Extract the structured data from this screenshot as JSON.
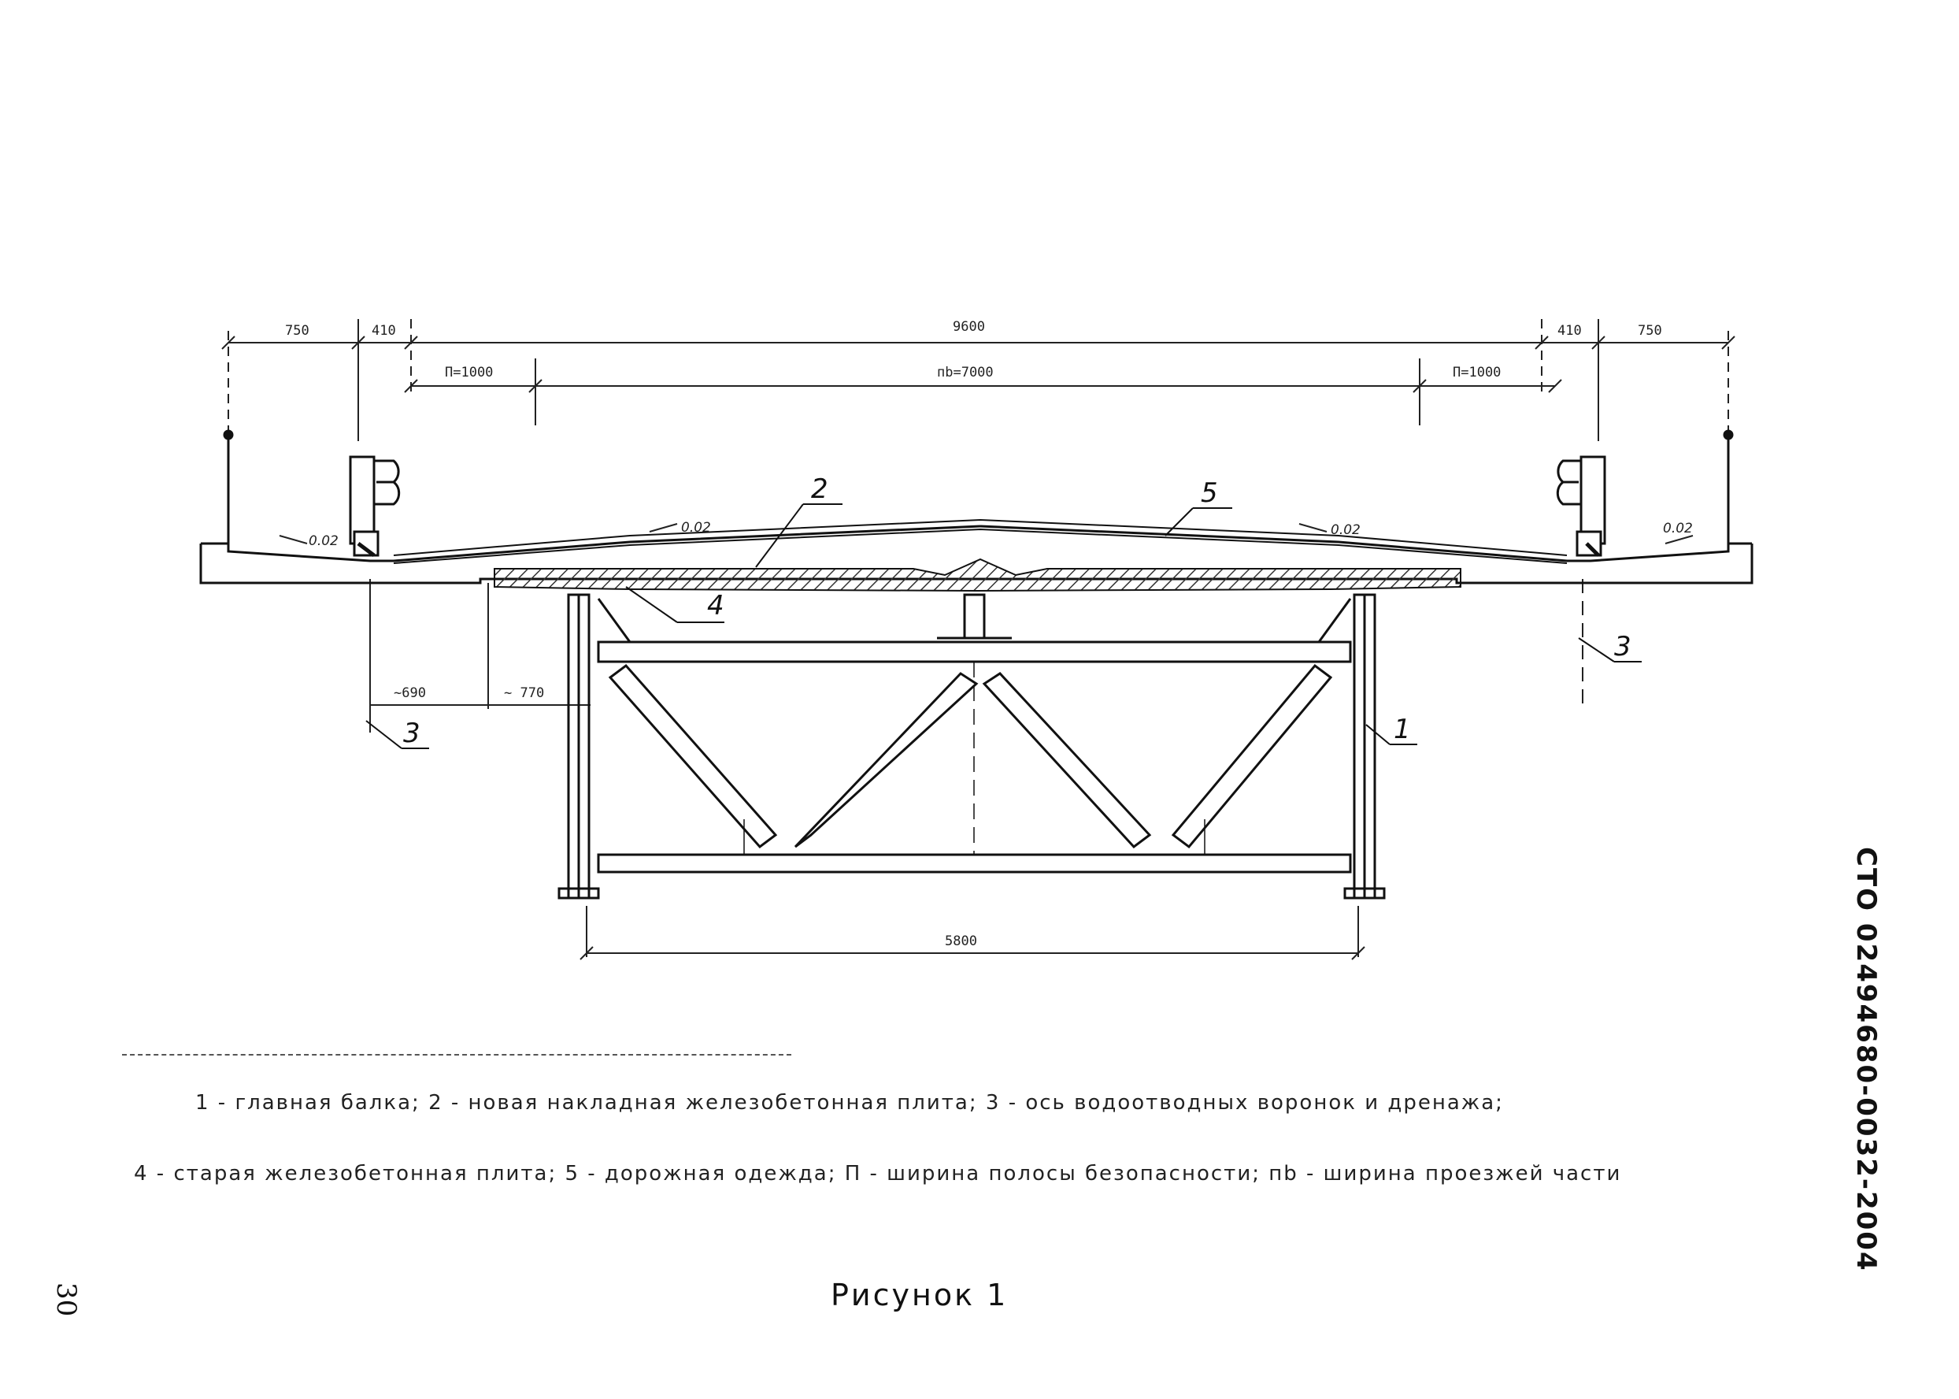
{
  "dimensions": {
    "left_overhang": "750",
    "left_curb": "410",
    "total_width": "9600",
    "right_curb": "410",
    "right_overhang": "750",
    "left_safety": "П=1000",
    "carriageway": "пb=7000",
    "right_safety": "П=1000",
    "left_drain_offset": "~690",
    "left_beam_offset": "~ 770",
    "beam_spacing": "5800"
  },
  "slopes": {
    "outer_left": "0.02",
    "inner_left": "0.02",
    "inner_right": "0.02",
    "outer_right": "0.02"
  },
  "callouts": {
    "c2": "2",
    "c5": "5",
    "c4": "4",
    "c3_left": "3",
    "c3_right": "3",
    "c1": "1"
  },
  "legend": {
    "line1": "1 - главная балка; 2 - новая накладная железобетонная плита; 3 - ось водоотводных воронок и дренажа;",
    "line2": "4 - старая железобетонная плита; 5 - дорожная одежда; П - ширина полосы безопасности; пb - ширина проезжей части"
  },
  "caption": "Рисунок 1",
  "page_number": "30",
  "doc_code": "СТО 02494680-0032-2004",
  "colors": {
    "line": "#111111",
    "hatch": "#333333"
  }
}
